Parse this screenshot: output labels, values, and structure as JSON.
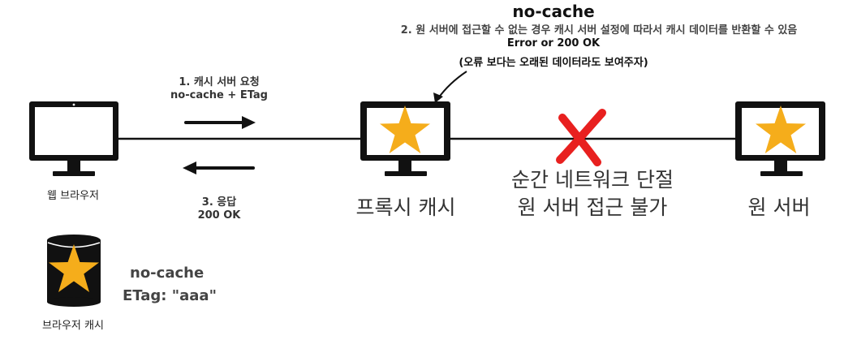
{
  "title": "no-cache",
  "notes": {
    "line1": "2. 원 서버에 접근할 수 없는 경우 캐시 서버 설정에 따라서 캐시 데이터를 반환할 수 있음",
    "line2": "Error or 200 OK",
    "line3": "(오류 보다는 오래된 데이터라도 보여주자)"
  },
  "request": {
    "line1": "1. 캐시 서버 요청",
    "line2": "no-cache + ETag"
  },
  "response": {
    "line1": "3. 응답",
    "line2": "200 OK"
  },
  "disconnect": {
    "line1": "순간 네트워크 단절",
    "line2": "원 서버 접근 불가"
  },
  "nodes": {
    "browser": "웹 브라우저",
    "proxy": "프록시 캐시",
    "origin": "원 서버",
    "browser_cache": "브라우저 캐시"
  },
  "cache_info": {
    "line1": "no-cache",
    "line2": "ETag: \"aaa\""
  },
  "colors": {
    "star": "#f5ad1b",
    "cross": "#e8201f",
    "monitor": "#111111"
  }
}
